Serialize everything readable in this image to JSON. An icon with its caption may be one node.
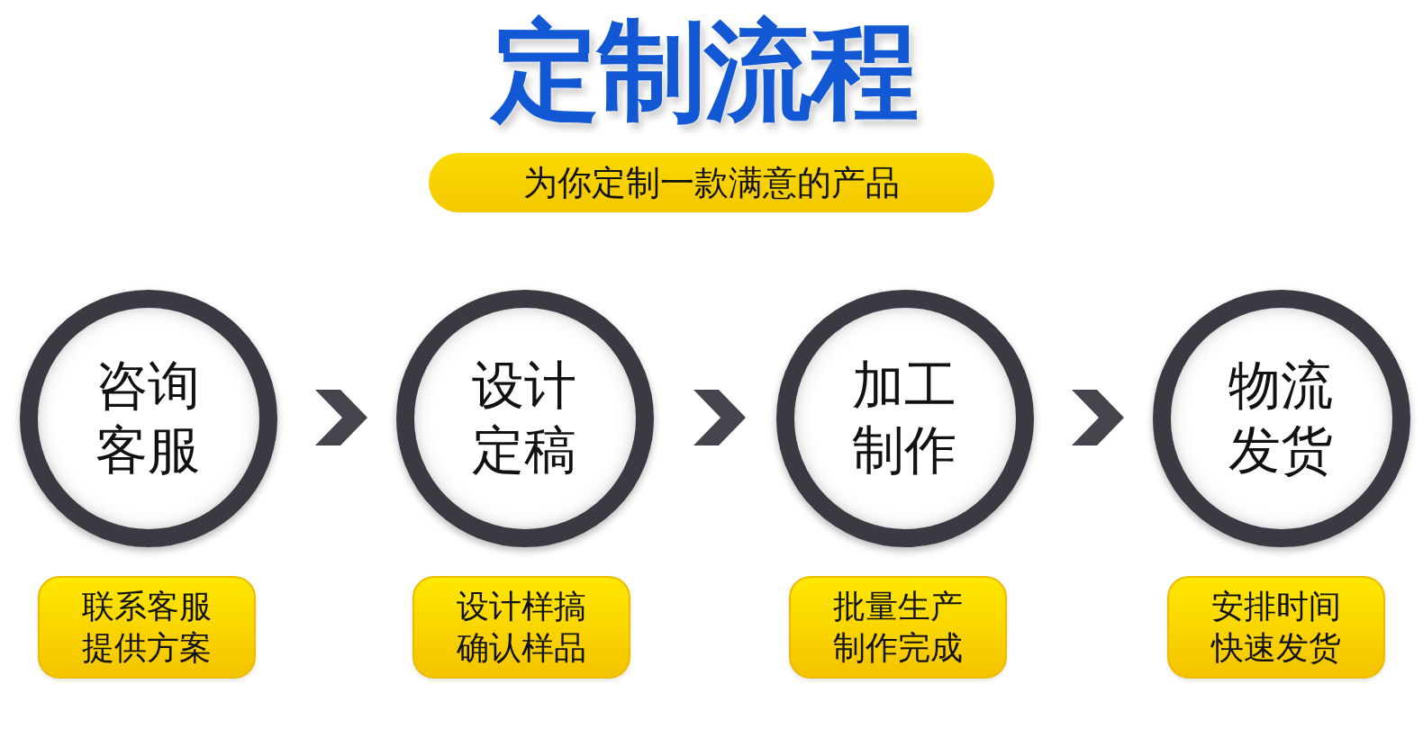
{
  "diagram": {
    "title": "定制流程",
    "nodes": [
      {
        "text": [
          "为你定制一款满意的产品"
        ]
      },
      {
        "text": [
          "咨询客服"
        ]
      },
      {
        "text": [
          "设计定稿"
        ]
      },
      {
        "text": [
          "加工制作"
        ]
      },
      {
        "text": [
          "物流发货"
        ]
      },
      {
        "text": [
          "联系客服提供方案"
        ]
      },
      {
        "text": [
          "设计样搞确认样品"
        ]
      },
      {
        "text": [
          "批量生产制作完成"
        ]
      },
      {
        "text": [
          "安排时间快速发货"
        ]
      }
    ],
    "edges": [
      {
        "from": 1,
        "to": 2,
        "arrow": "to"
      },
      {
        "from": 2,
        "to": 3,
        "arrow": "to"
      },
      {
        "from": 3,
        "to": 4,
        "arrow": "to"
      }
    ]
  }
}
